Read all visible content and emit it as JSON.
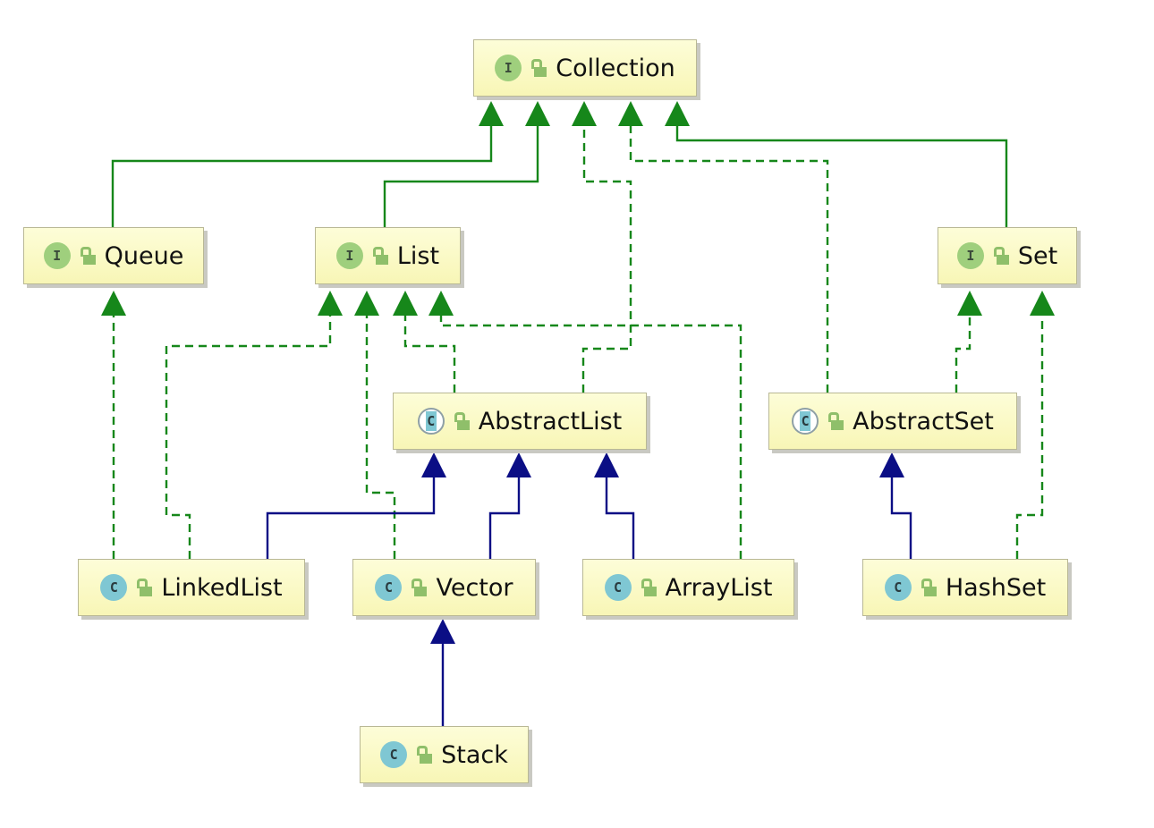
{
  "nodes": {
    "collection": {
      "label": "Collection",
      "kind": "interface",
      "badge": "I"
    },
    "queue": {
      "label": "Queue",
      "kind": "interface",
      "badge": "I"
    },
    "list": {
      "label": "List",
      "kind": "interface",
      "badge": "I"
    },
    "set": {
      "label": "Set",
      "kind": "interface",
      "badge": "I"
    },
    "abstract_list": {
      "label": "AbstractList",
      "kind": "abstract-class",
      "badge": "C"
    },
    "abstract_set": {
      "label": "AbstractSet",
      "kind": "abstract-class",
      "badge": "C"
    },
    "linked_list": {
      "label": "LinkedList",
      "kind": "class",
      "badge": "C"
    },
    "vector": {
      "label": "Vector",
      "kind": "class",
      "badge": "C"
    },
    "array_list": {
      "label": "ArrayList",
      "kind": "class",
      "badge": "C"
    },
    "hash_set": {
      "label": "HashSet",
      "kind": "class",
      "badge": "C"
    },
    "stack": {
      "label": "Stack",
      "kind": "class",
      "badge": "C"
    }
  },
  "relations": [
    {
      "from": "Queue",
      "to": "Collection",
      "type": "extends-interface"
    },
    {
      "from": "List",
      "to": "Collection",
      "type": "extends-interface"
    },
    {
      "from": "Set",
      "to": "Collection",
      "type": "extends-interface"
    },
    {
      "from": "AbstractList",
      "to": "Collection",
      "type": "implements"
    },
    {
      "from": "AbstractSet",
      "to": "Collection",
      "type": "implements"
    },
    {
      "from": "LinkedList",
      "to": "Queue",
      "type": "implements"
    },
    {
      "from": "LinkedList",
      "to": "List",
      "type": "implements"
    },
    {
      "from": "Vector",
      "to": "List",
      "type": "implements"
    },
    {
      "from": "AbstractList",
      "to": "List",
      "type": "implements"
    },
    {
      "from": "ArrayList",
      "to": "List",
      "type": "implements"
    },
    {
      "from": "AbstractSet",
      "to": "Set",
      "type": "implements"
    },
    {
      "from": "HashSet",
      "to": "Set",
      "type": "implements"
    },
    {
      "from": "LinkedList",
      "to": "AbstractList",
      "type": "extends-class"
    },
    {
      "from": "Vector",
      "to": "AbstractList",
      "type": "extends-class"
    },
    {
      "from": "ArrayList",
      "to": "AbstractList",
      "type": "extends-class"
    },
    {
      "from": "HashSet",
      "to": "AbstractSet",
      "type": "extends-class"
    },
    {
      "from": "Stack",
      "to": "Vector",
      "type": "extends-class"
    }
  ],
  "colors": {
    "interface_edge": "#16871a",
    "class_edge": "#0b0e85",
    "node_fill": "#f8f6b6",
    "node_border": "#b9b895",
    "interface_badge": "#9fcf7d",
    "class_badge": "#7fc7d3",
    "lock_icon": "#8fbf6a"
  },
  "icons": {
    "interface": "interface-badge-icon",
    "class": "class-badge-icon",
    "abstract": "abstract-class-badge-icon",
    "visibility": "unlocked-public-icon"
  }
}
